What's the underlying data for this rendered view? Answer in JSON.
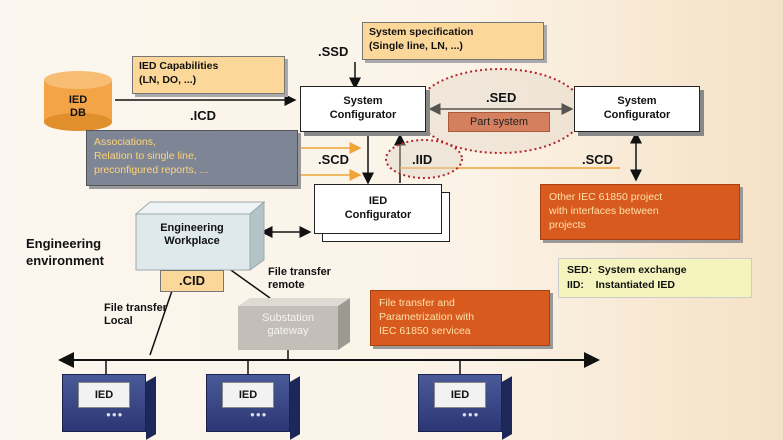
{
  "ied_db": {
    "line1": "IED",
    "line2": "DB"
  },
  "ied_capabilities": {
    "line1": "IED Capabilities",
    "line2": "(LN, DO, ...)"
  },
  "system_specification": {
    "line1": "System specification",
    "line2": "(Single line, LN, ...)"
  },
  "system_configurator_left": {
    "line1": "System",
    "line2": "Configurator"
  },
  "system_configurator_right": {
    "line1": "System",
    "line2": "Configurator"
  },
  "part_system": "Part system",
  "ied_configurator": {
    "line1": "IED",
    "line2": "Configurator"
  },
  "associations": {
    "line1": "Associations,",
    "line2": "Relation to single line,",
    "line3": "preconfigured reports, ..."
  },
  "other_project": {
    "line1": "Other IEC 61850 project",
    "line2": "with interfaces between",
    "line3": "projects"
  },
  "engineering_workplace": {
    "line1": "Engineering",
    "line2": "Workplace"
  },
  "engineering_environment": {
    "line1": "Engineering",
    "line2": "environment"
  },
  "file_transfer_remote": {
    "line1": "File transfer",
    "line2": "remote"
  },
  "file_transfer_local": {
    "line1": "File transfer",
    "line2": "Local"
  },
  "substation_gateway": {
    "line1": "Substation",
    "line2": "gateway"
  },
  "file_transfer_param": {
    "line1": "File transfer and",
    "line2": "Parametrization with",
    "line3": "IEC 61850 servicea"
  },
  "legend": {
    "sed": "SED:  System exchange",
    "iid": "IID:    Instantiated IED"
  },
  "file_tags": {
    "ssd": ".SSD",
    "icd": ".ICD",
    "sed": ".SED",
    "scd_left": ".SCD",
    "iid": ".IID",
    "scd_right": ".SCD",
    "cid": ".CID"
  },
  "ied_devices": [
    "IED",
    "IED",
    "IED"
  ],
  "ied_device_buttons": "●●●",
  "colors": {
    "orange_note": "#fbd79a",
    "red_note": "#d85a1e",
    "grey_note": "#7e8696",
    "legend": "#f5f4bf",
    "ied_device": "#34417f",
    "dotted_ellipse": "#b3262a",
    "orange_arrow": "#f0a338"
  }
}
